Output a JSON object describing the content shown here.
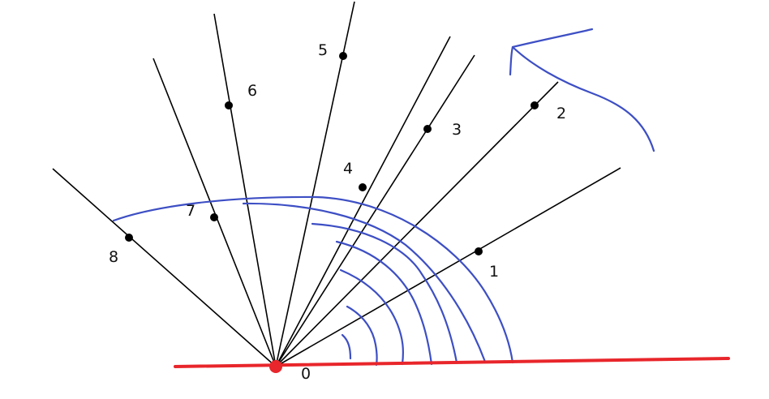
{
  "colors": {
    "ray": "#000000",
    "baseline": "#e8262b",
    "origin_dot": "#e8262b",
    "ink": "#3d4fc4",
    "point": "#000000",
    "label": "#111111"
  },
  "origin_label": "0",
  "points": [
    {
      "label": "1"
    },
    {
      "label": "2"
    },
    {
      "label": "3"
    },
    {
      "label": "4"
    },
    {
      "label": "5"
    },
    {
      "label": "6"
    },
    {
      "label": "7"
    },
    {
      "label": "8"
    }
  ]
}
